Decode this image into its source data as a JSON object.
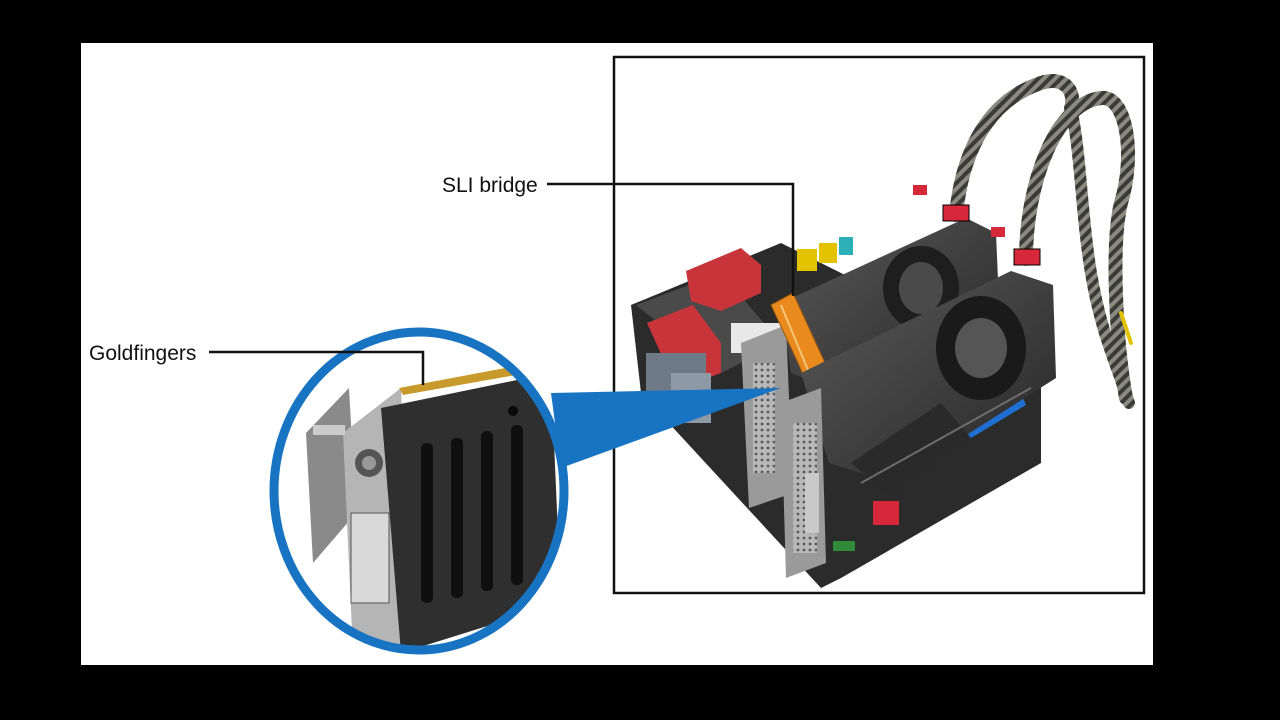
{
  "labels": {
    "sli_bridge": "SLI bridge",
    "goldfingers": "Goldfingers"
  },
  "colors": {
    "background": "#000000",
    "page": "#ffffff",
    "accent_blue": "#1874c2",
    "bridge_orange": "#e98a1e",
    "card_dark": "#3a3a3a",
    "connector_red": "#d6283a"
  },
  "icons": [
    "zoom-lens",
    "graphics-card",
    "motherboard",
    "power-cable"
  ]
}
